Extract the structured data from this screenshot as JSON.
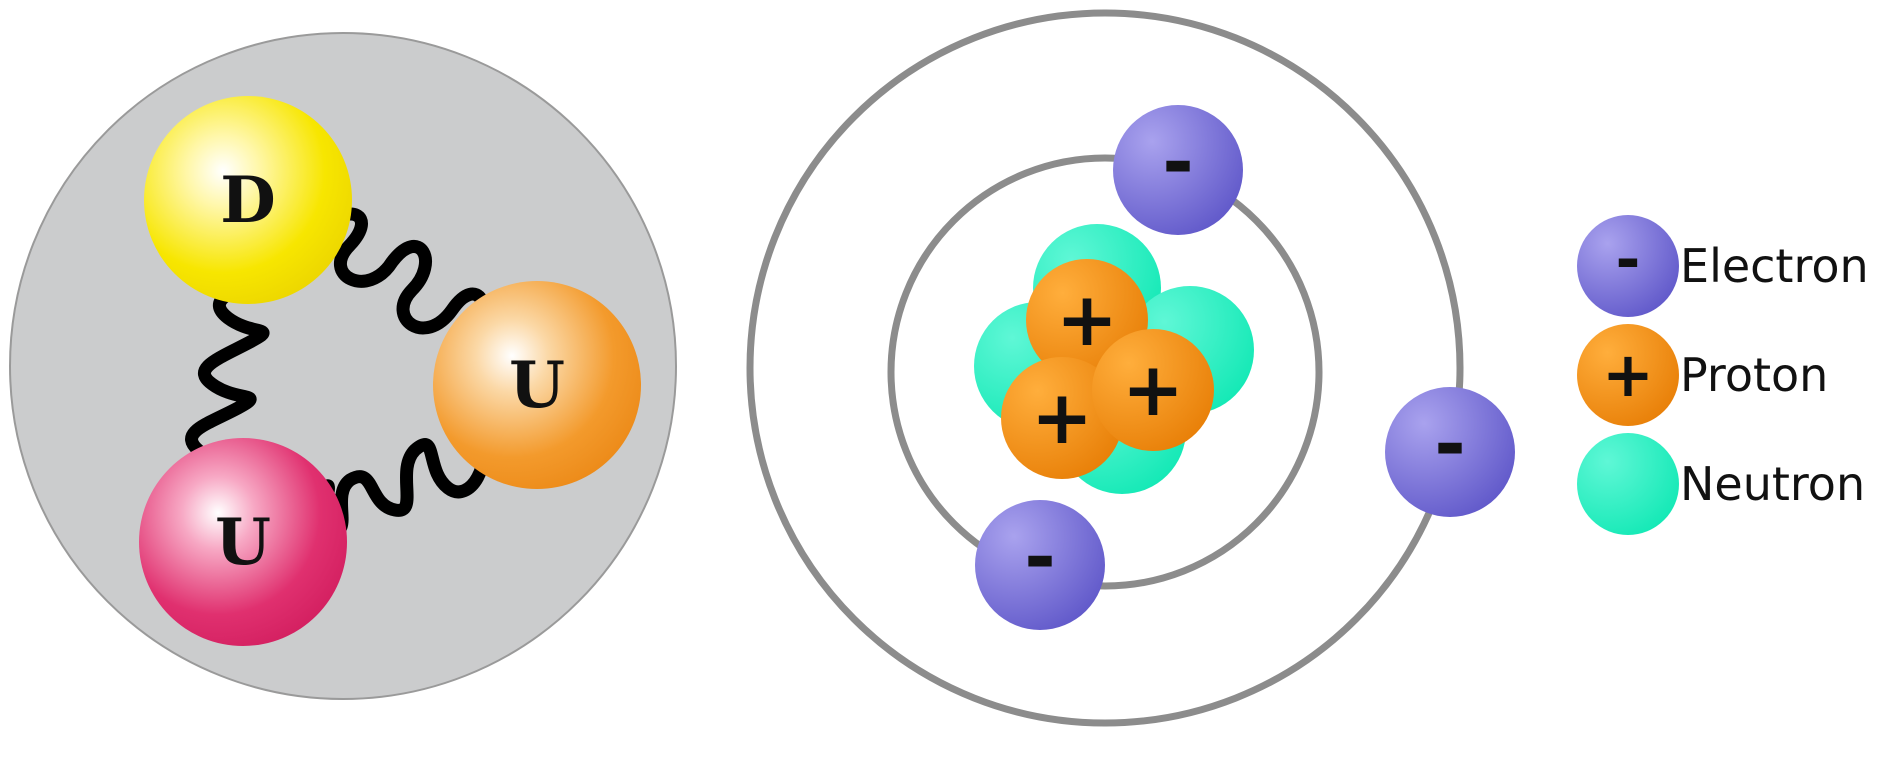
{
  "proton_diagram": {
    "quarks": [
      {
        "label": "D",
        "color": "#f7e600"
      },
      {
        "label": "U",
        "color": "#f39a2c"
      },
      {
        "label": "U",
        "color": "#e0306f"
      }
    ],
    "background_color": "#cbcccd",
    "gluon_color": "#000000"
  },
  "atom_diagram": {
    "orbit_color": "#8c8c8c",
    "electron_symbol": "-",
    "proton_symbol": "+",
    "electron_count": 3,
    "proton_count": 3,
    "neutron_count": 4
  },
  "legend": {
    "electron": {
      "label": "Electron",
      "symbol": "-",
      "color": "#6f67d0"
    },
    "proton": {
      "label": "Proton",
      "symbol": "+",
      "color": "#f08a10"
    },
    "neutron": {
      "label": "Neutron",
      "symbol": "",
      "color": "#22f0c0"
    }
  },
  "colors": {
    "electron": "#6f67d0",
    "proton": "#f08a10",
    "neutron": "#22f0c0"
  }
}
